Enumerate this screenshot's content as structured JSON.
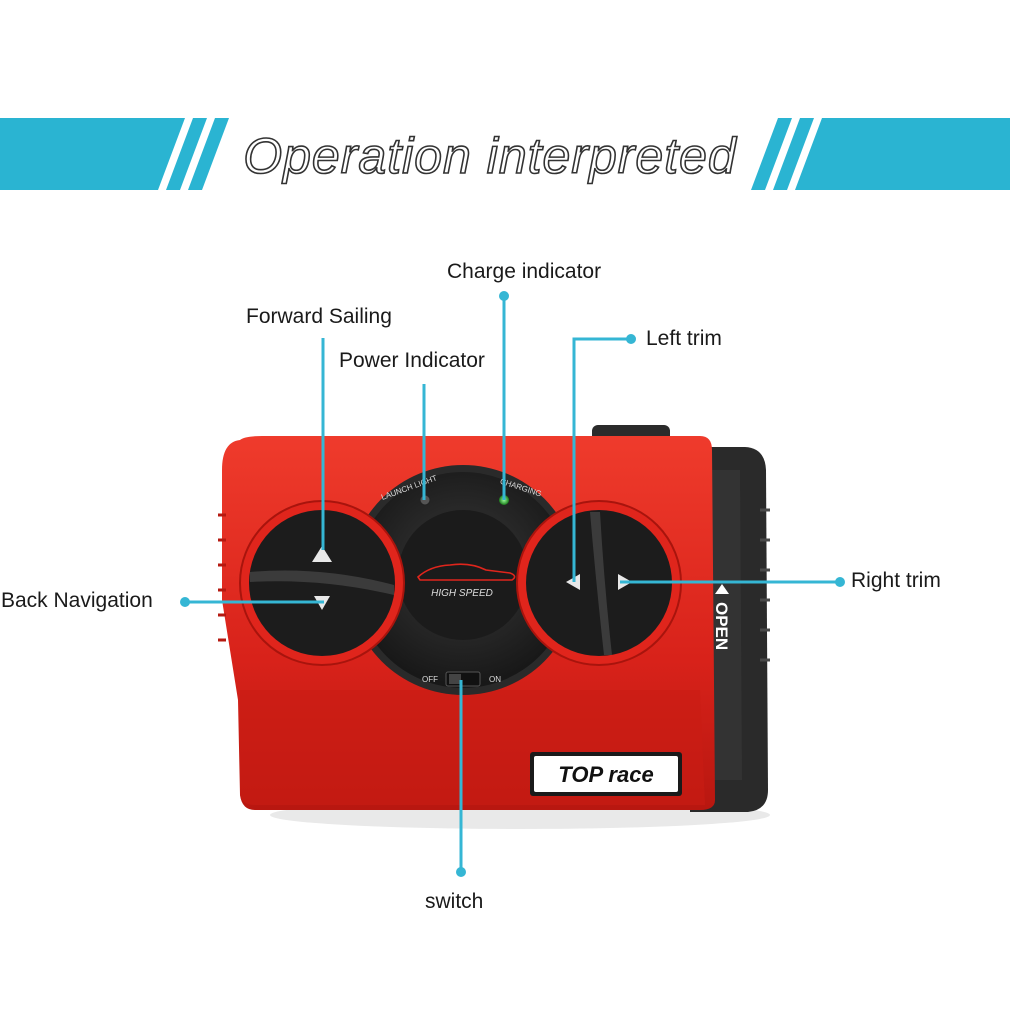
{
  "banner": {
    "title": "Operation interpreted",
    "stripe_color": "#2ab4d2",
    "title_fill": "#ffffff",
    "title_stroke": "#333333"
  },
  "device": {
    "body_color": "#e0251c",
    "dial_color": "#1e1e1e",
    "side_panel_color": "#2a2a2a",
    "printed_text": {
      "launch_light": "LAUNCH LIGHT",
      "charging": "CHARGING",
      "high_speed": "HIGH SPEED",
      "off": "OFF",
      "on": "ON",
      "open": "OPEN",
      "brand": "TOP race"
    }
  },
  "callouts": {
    "line_color": "#35b6d4",
    "charge_indicator": "Charge indicator",
    "forward_sailing": "Forward Sailing",
    "power_indicator": "Power Indicator",
    "left_trim": "Left trim",
    "right_trim": "Right trim",
    "back_navigation": "Back Navigation",
    "switch": "switch"
  }
}
